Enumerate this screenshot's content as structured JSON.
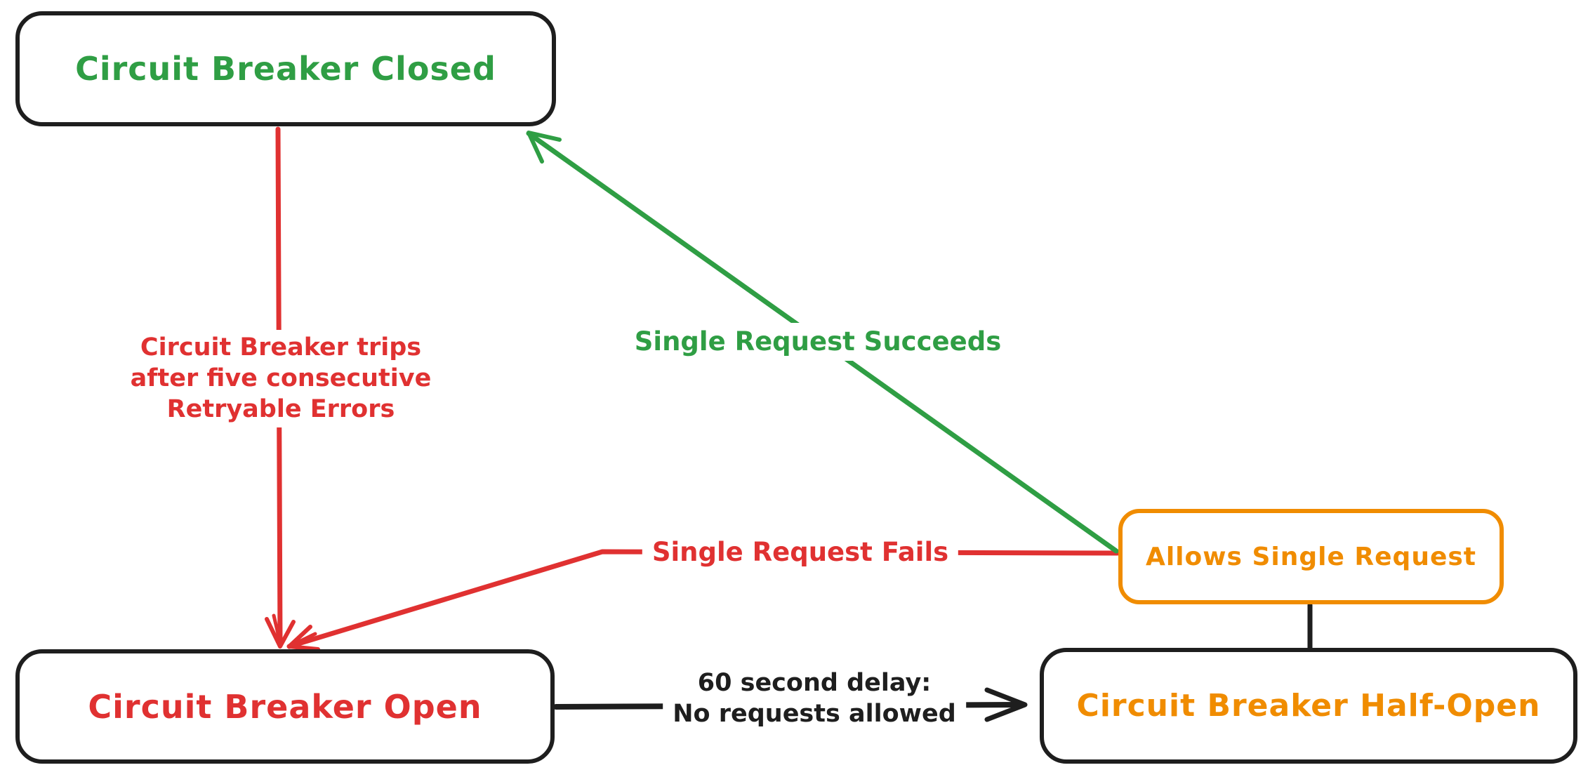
{
  "diagram": {
    "title_hint": "Circuit breaker state diagram",
    "palette": {
      "green": "#2f9e44",
      "red": "#e03131",
      "orange": "#f08c00",
      "ink": "#1e1e1e",
      "background": "#ffffff"
    },
    "nodes": {
      "closed": {
        "label": "Circuit Breaker Closed",
        "text_color": "#2f9e44",
        "border_color": "#1e1e1e"
      },
      "open": {
        "label": "Circuit Breaker Open",
        "text_color": "#e03131",
        "border_color": "#1e1e1e"
      },
      "half_open": {
        "label": "Circuit Breaker Half-Open",
        "text_color": "#f08c00",
        "border_color": "#1e1e1e"
      },
      "allows": {
        "label": "Allows Single Request",
        "text_color": "#f08c00",
        "border_color": "#f08c00"
      }
    },
    "edges": {
      "trip": {
        "from": "closed",
        "to": "open",
        "color": "#e03131",
        "lines": [
          "Circuit Breaker trips",
          "after five consecutive",
          "Retryable Errors"
        ]
      },
      "succeeds": {
        "from": "allows",
        "to": "closed",
        "color": "#2f9e44",
        "label": "Single Request Succeeds"
      },
      "fails": {
        "from": "allows",
        "to": "open",
        "color": "#e03131",
        "label": "Single Request Fails"
      },
      "delay": {
        "from": "open",
        "to": "half_open",
        "color": "#1e1e1e",
        "lines": [
          "60 second delay:",
          "No requests allowed"
        ]
      },
      "half_open_to_allows": {
        "from": "half_open",
        "to": "allows",
        "color": "#1e1e1e",
        "label": ""
      }
    }
  }
}
